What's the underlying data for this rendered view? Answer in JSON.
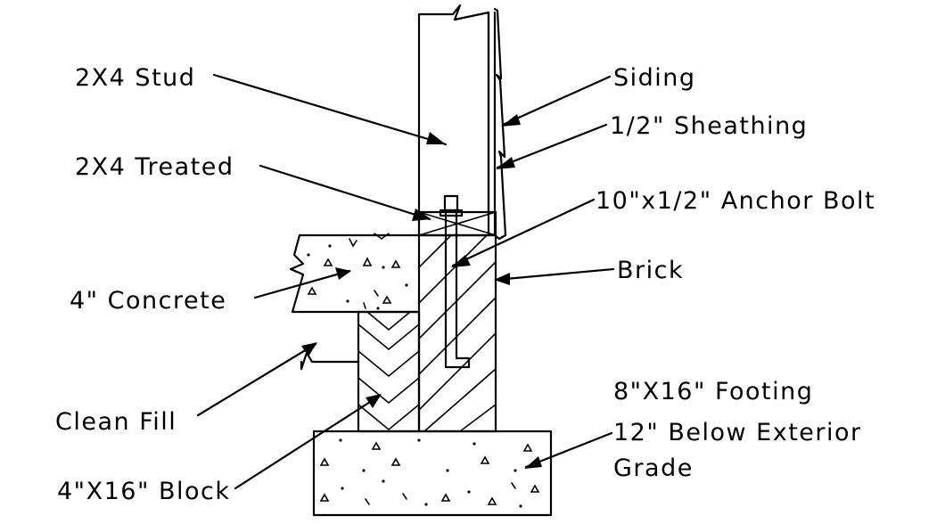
{
  "labels": {
    "stud": "2X4 Stud",
    "treated": "2X4 Treated",
    "concrete": "4\" Concrete",
    "clean_fill": "Clean Fill",
    "block": "4\"X16\" Block",
    "siding": "Siding",
    "sheathing": "1/2\" Sheathing",
    "anchor_bolt": "10\"x1/2\" Anchor Bolt",
    "brick": "Brick",
    "footing_line1": "8\"X16\" Footing",
    "footing_line2": "12\" Below Exterior",
    "footing_line3": "Grade"
  },
  "colors": {
    "ink": "#000000",
    "paper": "#ffffff"
  }
}
